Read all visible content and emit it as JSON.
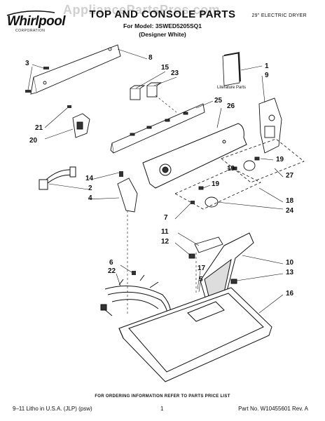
{
  "header": {
    "brand": "Whirlpool",
    "brand_sub": "CORPORATION",
    "title": "TOP AND CONSOLE PARTS",
    "model_line": "For Model: 3SWED5205SQ1",
    "edition": "(Designer White)",
    "product": "29\" ELECTRIC DRYER",
    "watermark": "AppliancePartsPros.com"
  },
  "literature_label": "Literature Parts",
  "callouts": [
    {
      "id": "c3",
      "text": "3"
    },
    {
      "id": "c8",
      "text": "8"
    },
    {
      "id": "c15",
      "text": "15"
    },
    {
      "id": "c23",
      "text": "23"
    },
    {
      "id": "c1",
      "text": "1"
    },
    {
      "id": "c9",
      "text": "9"
    },
    {
      "id": "c25",
      "text": "25"
    },
    {
      "id": "c26",
      "text": "26"
    },
    {
      "id": "c21",
      "text": "21"
    },
    {
      "id": "c20",
      "text": "20"
    },
    {
      "id": "c19a",
      "text": "19"
    },
    {
      "id": "c19b",
      "text": "19"
    },
    {
      "id": "c19c",
      "text": "19"
    },
    {
      "id": "c14",
      "text": "14"
    },
    {
      "id": "c2",
      "text": "2"
    },
    {
      "id": "c4",
      "text": "4"
    },
    {
      "id": "c27",
      "text": "27"
    },
    {
      "id": "c18",
      "text": "18"
    },
    {
      "id": "c24",
      "text": "24"
    },
    {
      "id": "c7",
      "text": "7"
    },
    {
      "id": "c11",
      "text": "11"
    },
    {
      "id": "c12",
      "text": "12"
    },
    {
      "id": "c6",
      "text": "6"
    },
    {
      "id": "c22",
      "text": "22"
    },
    {
      "id": "c17",
      "text": "17"
    },
    {
      "id": "c10",
      "text": "10"
    },
    {
      "id": "c13",
      "text": "13"
    },
    {
      "id": "c5",
      "text": "5"
    },
    {
      "id": "c16",
      "text": "16"
    }
  ],
  "footer": {
    "order_info": "FOR ORDERING INFORMATION REFER TO PARTS PRICE LIST",
    "litho": "9–11 Litho in U.S.A. (JLP) (psw)",
    "page": "1",
    "part_number": "Part No. W10455601 Rev. A"
  }
}
